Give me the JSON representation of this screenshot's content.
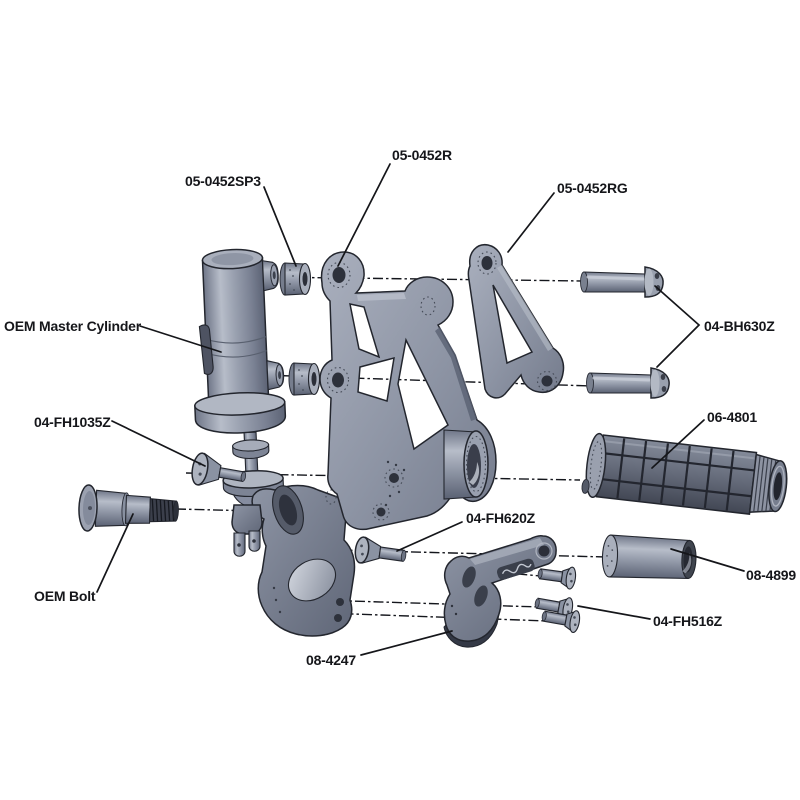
{
  "diagram": {
    "background": "#ffffff",
    "metal_color": "#97a0b1",
    "metal_dark": "#5d6475",
    "metal_light": "#b8bec9",
    "outline_color": "#23262e",
    "line_color": "#14161c",
    "labels": {
      "spacer_sp3": "05-0452SP3",
      "bracket_r": "05-0452R",
      "guard_rg": "05-0452RG",
      "bolt_bh630z": "04-BH630Z",
      "master_cylinder": "OEM Master Cylinder",
      "bolt_fh1035z": "04-FH1035Z",
      "footpeg_grip": "06-4801",
      "spacer_4899": "08-4899",
      "bolt_fh620z": "04-FH620Z",
      "oem_bolt": "OEM Bolt",
      "bolt_fh516z": "04-FH516Z",
      "heel_guard": "08-4247"
    }
  }
}
